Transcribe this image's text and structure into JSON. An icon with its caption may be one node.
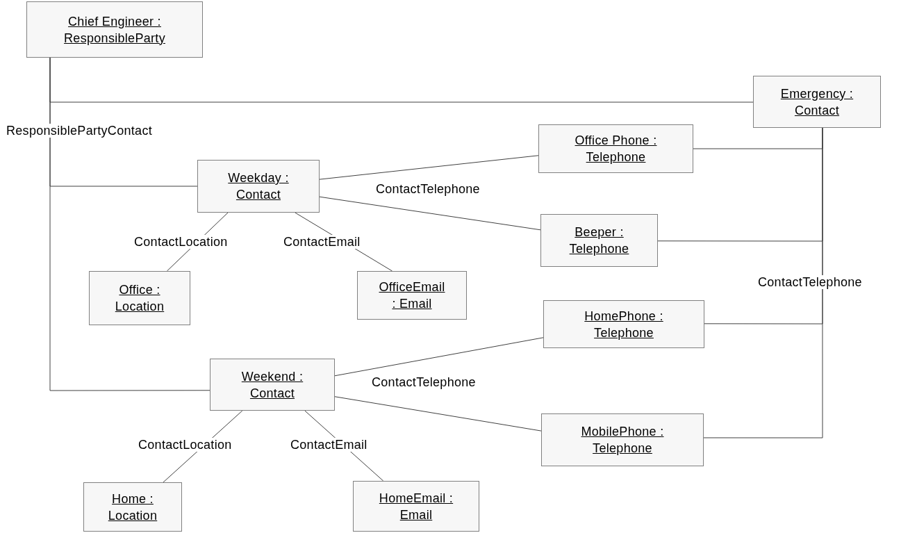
{
  "diagram": {
    "nodes": [
      {
        "text": [
          "Chief Engineer : ResponsibleParty"
        ]
      },
      {
        "text": [
          "Emergency : Contact"
        ]
      },
      {
        "text": [
          "Office Phone : Telephone"
        ]
      },
      {
        "text": [
          "Weekday : Contact"
        ]
      },
      {
        "text": [
          "Beeper : Telephone"
        ]
      },
      {
        "text": [
          "Office : Location"
        ]
      },
      {
        "text": [
          "OfficeEmail : Email"
        ]
      },
      {
        "text": [
          "HomePhone : Telephone"
        ]
      },
      {
        "text": [
          "Weekend : Contact"
        ]
      },
      {
        "text": [
          "MobilePhone : Telephone"
        ]
      },
      {
        "text": [
          "Home : Location"
        ]
      },
      {
        "text": [
          "HomeEmail : Email"
        ]
      }
    ],
    "edges": [
      {
        "from": 0,
        "to": 1,
        "arrow": "none"
      },
      {
        "from": 0,
        "to": 3,
        "arrow": "none",
        "label": "ResponsiblePartyContact"
      },
      {
        "from": 0,
        "to": 8,
        "arrow": "none"
      },
      {
        "from": 3,
        "to": 2,
        "arrow": "none",
        "label": "ContactTelephone"
      },
      {
        "from": 3,
        "to": 4,
        "arrow": "none"
      },
      {
        "from": 3,
        "to": 5,
        "arrow": "none",
        "label": "ContactLocation"
      },
      {
        "from": 3,
        "to": 6,
        "arrow": "none",
        "label": "ContactEmail"
      },
      {
        "from": 1,
        "to": 2,
        "arrow": "none"
      },
      {
        "from": 1,
        "to": 4,
        "arrow": "none"
      },
      {
        "from": 1,
        "to": 7,
        "arrow": "none",
        "label": "ContactTelephone"
      },
      {
        "from": 1,
        "to": 9,
        "arrow": "none"
      },
      {
        "from": 8,
        "to": 7,
        "arrow": "none"
      },
      {
        "from": 8,
        "to": 9,
        "arrow": "none",
        "label": "ContactTelephone"
      },
      {
        "from": 8,
        "to": 10,
        "arrow": "none",
        "label": "ContactLocation"
      },
      {
        "from": 8,
        "to": 11,
        "arrow": "none",
        "label": "ContactEmail"
      }
    ]
  }
}
